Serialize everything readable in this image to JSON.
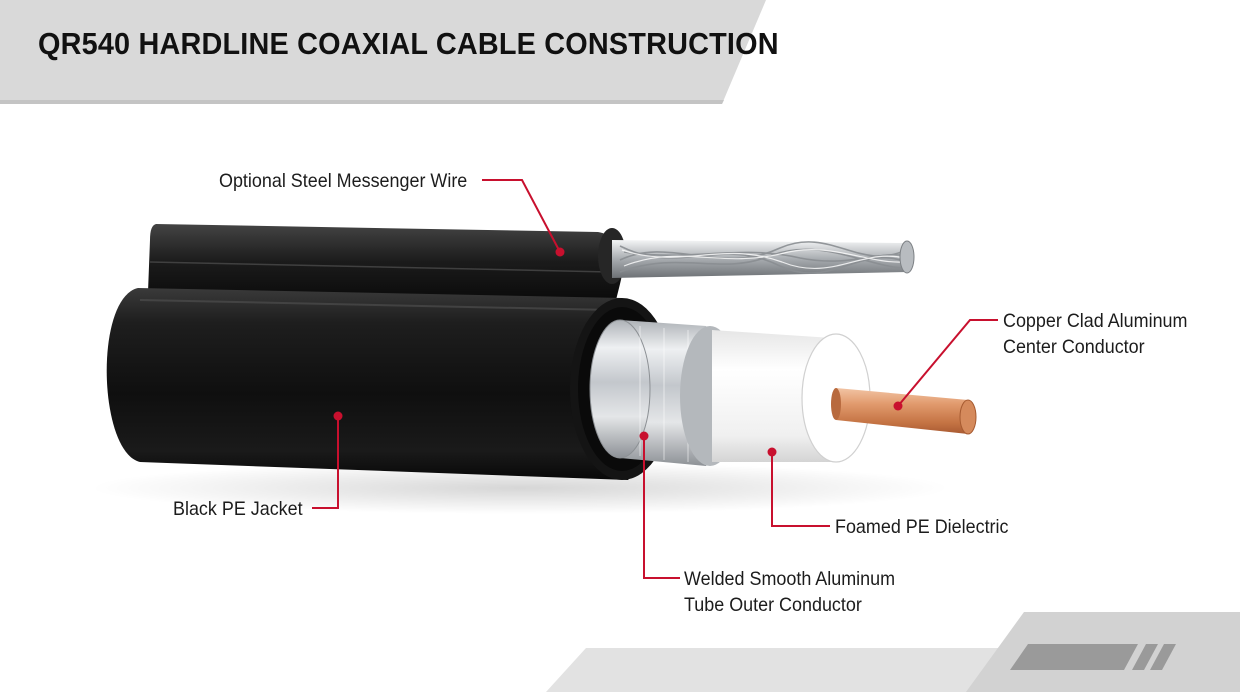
{
  "title": "QR540 HARDLINE COAXIAL CABLE CONSTRUCTION",
  "labels": {
    "messenger": "Optional Steel Messenger Wire",
    "center_line1": "Copper Clad Aluminum",
    "center_line2": "Center Conductor",
    "jacket": "Black PE Jacket",
    "dielectric": "Foamed PE Dielectric",
    "outer_line1": "Welded Smooth Aluminum",
    "outer_line2": "Tube Outer Conductor"
  },
  "colors": {
    "leader": "#c8102e",
    "banner": "#d9d9d9",
    "jacket": "#161616",
    "aluminum": "#c9ccd0",
    "dielectric": "#f3f3f3",
    "copper": "#d98c5f"
  }
}
